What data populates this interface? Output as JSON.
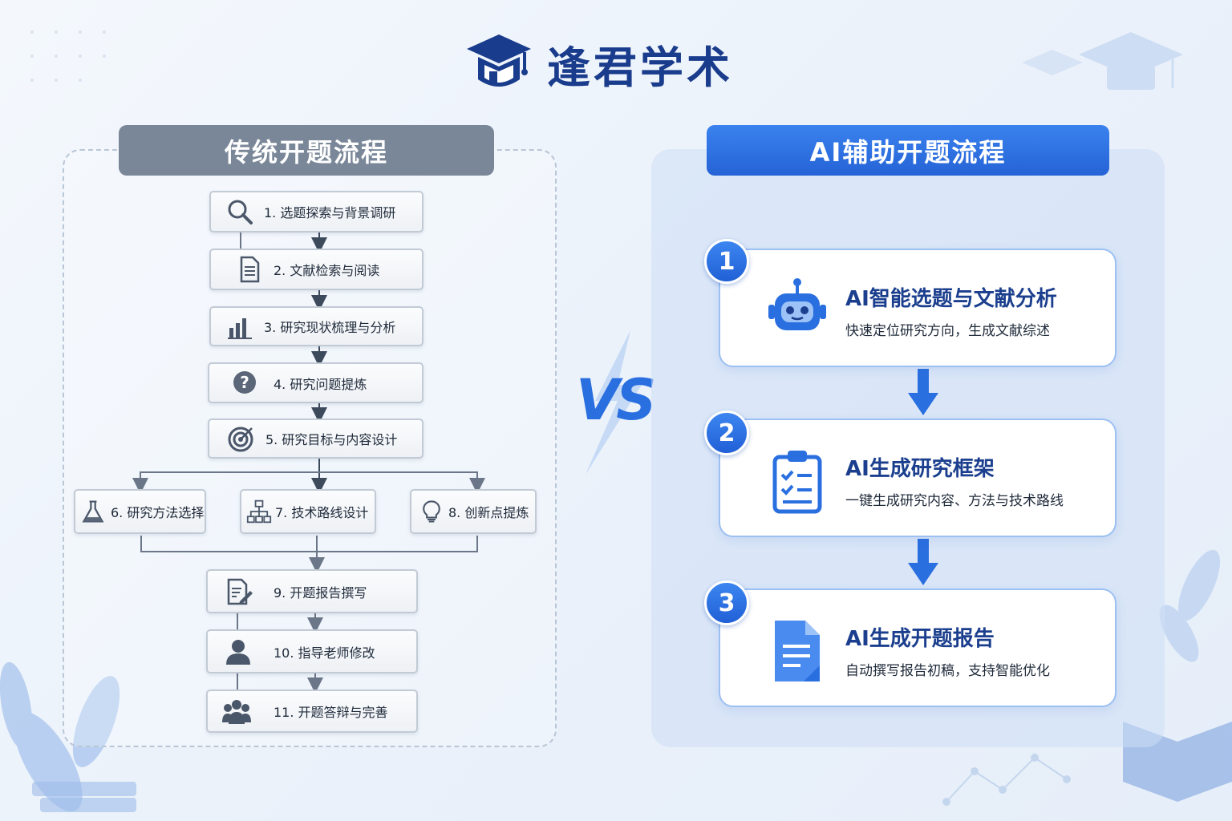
{
  "brand": {
    "name": "逢君学术",
    "logo_icon": "graduation-cap-icon"
  },
  "vs_label": "VS",
  "traditional": {
    "title": "传统开题流程",
    "steps": [
      {
        "label": "1. 选题探索与背景调研",
        "icon": "search-icon"
      },
      {
        "label": "2. 文献检索与阅读",
        "icon": "document-icon"
      },
      {
        "label": "3. 研究现状梳理与分析",
        "icon": "bar-chart-icon"
      },
      {
        "label": "4. 研究问题提炼",
        "icon": "question-icon"
      },
      {
        "label": "5. 研究目标与内容设计",
        "icon": "target-icon"
      },
      {
        "label": "6. 研究方法选择",
        "icon": "flask-icon"
      },
      {
        "label": "7. 技术路线设计",
        "icon": "org-chart-icon"
      },
      {
        "label": "8. 创新点提炼",
        "icon": "lightbulb-icon"
      },
      {
        "label": "9. 开题报告撰写",
        "icon": "edit-document-icon"
      },
      {
        "label": "10. 指导老师修改",
        "icon": "user-icon"
      },
      {
        "label": "11. 开题答辩与完善",
        "icon": "group-icon"
      }
    ]
  },
  "ai": {
    "title": "AI辅助开题流程",
    "steps": [
      {
        "number": "1",
        "title": "AI智能选题与文献分析",
        "desc": "快速定位研究方向，生成文献综述",
        "icon": "robot-icon"
      },
      {
        "number": "2",
        "title": "AI生成研究框架",
        "desc": "一键生成研究内容、方法与技术路线",
        "icon": "clipboard-checklist-icon"
      },
      {
        "number": "3",
        "title": "AI生成开题报告",
        "desc": "自动撰写报告初稿，支持智能优化",
        "icon": "report-document-icon"
      }
    ]
  },
  "colors": {
    "brand_blue": "#1a3c8c",
    "accent_blue": "#2a6fe0",
    "gray_header": "#7a8798"
  }
}
